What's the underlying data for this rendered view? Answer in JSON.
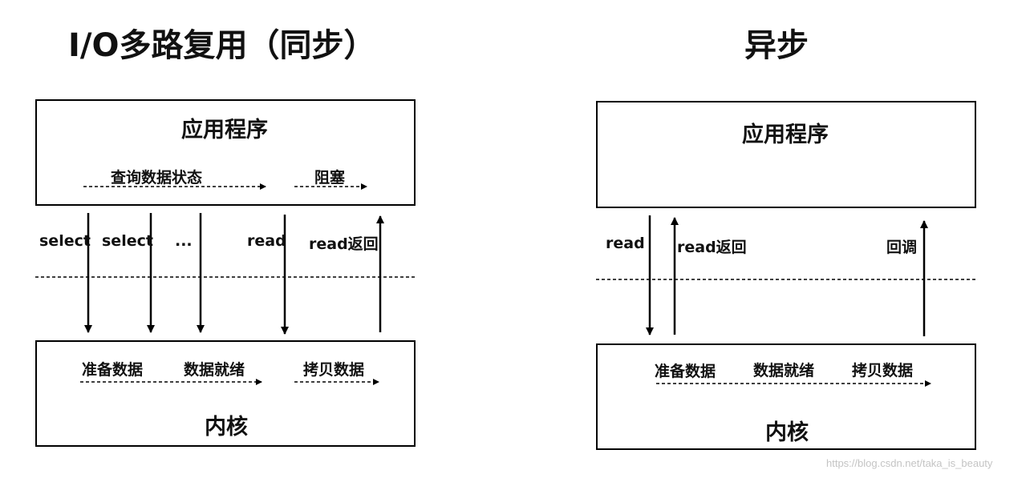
{
  "left_panel": {
    "title": "I/O多路复用（同步）",
    "app_box_label": "应用程序",
    "app_phases": [
      "查询数据状态",
      "阻塞"
    ],
    "calls": [
      "select",
      "select",
      "...",
      "read",
      "read返回"
    ],
    "kernel_phases": [
      "准备数据",
      "数据就绪",
      "拷贝数据"
    ],
    "kernel_box_label": "内核"
  },
  "right_panel": {
    "title": "异步",
    "app_box_label": "应用程序",
    "calls": [
      "read",
      "read返回",
      "回调"
    ],
    "kernel_phases": [
      "准备数据",
      "数据就绪",
      "拷贝数据"
    ],
    "kernel_box_label": "内核"
  },
  "watermark": "https://blog.csdn.net/taka_is_beauty"
}
